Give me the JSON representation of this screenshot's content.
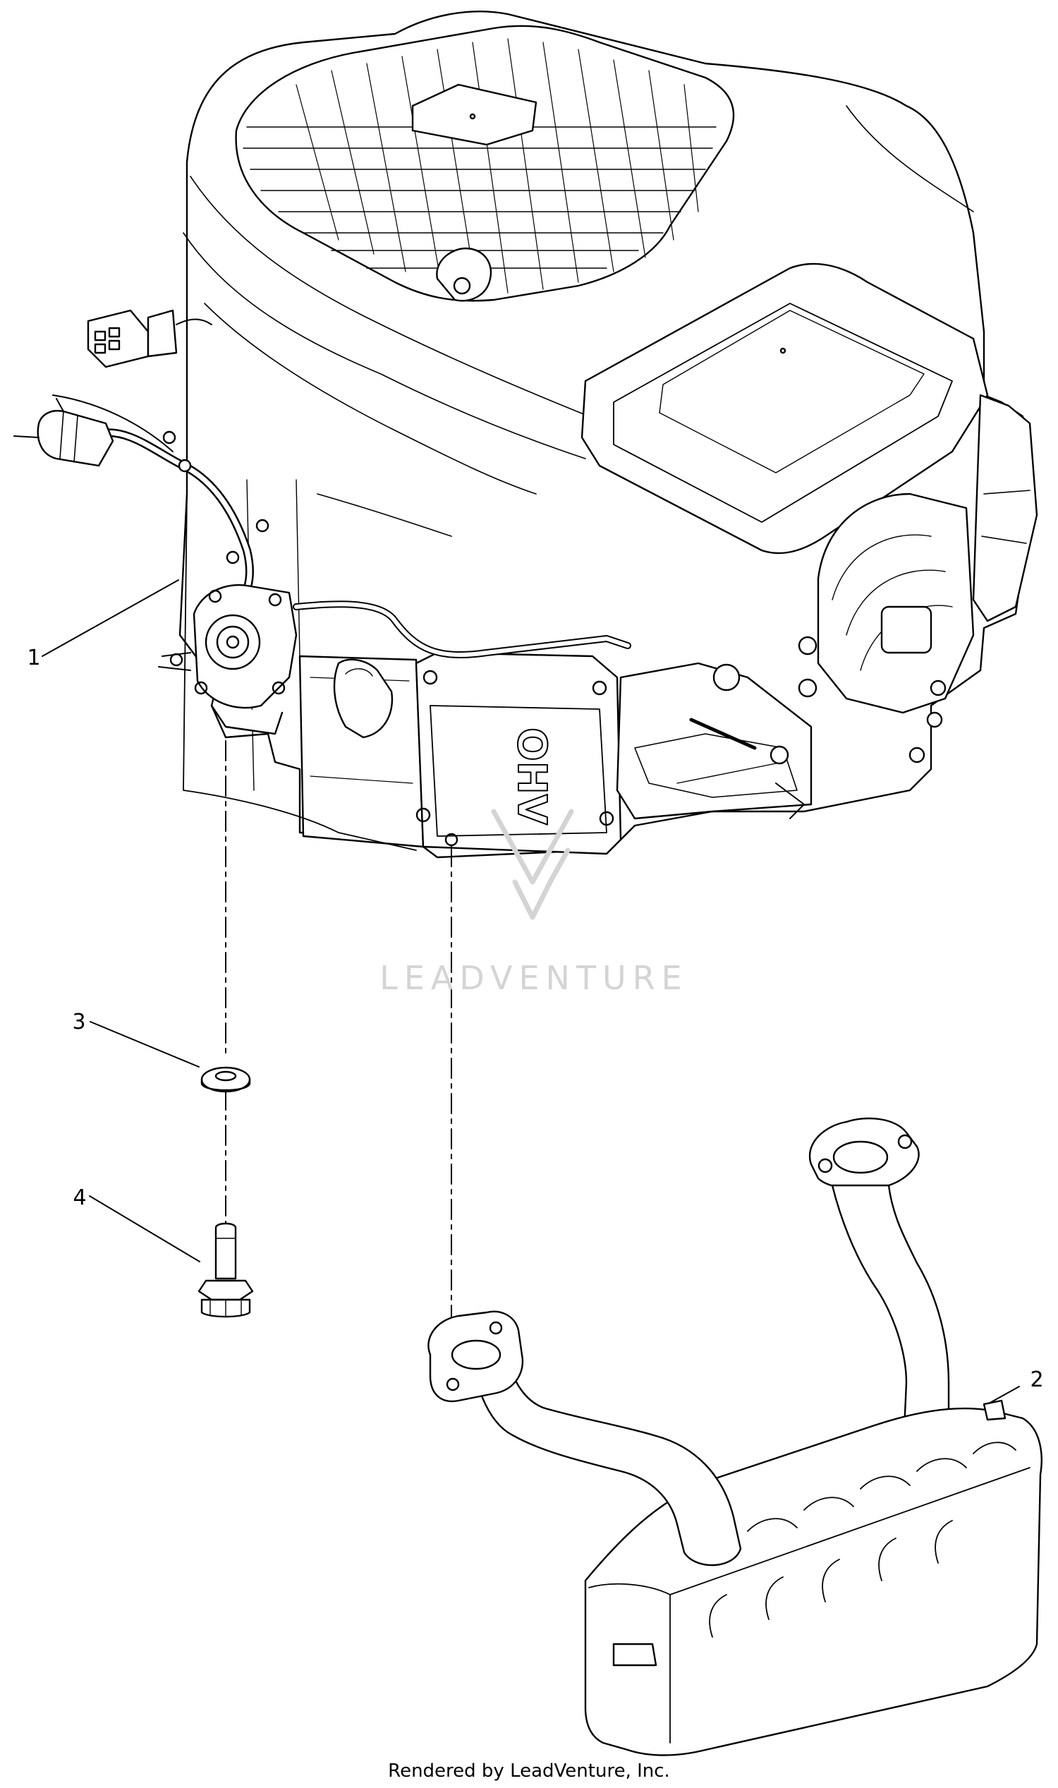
{
  "engine": {
    "valve_cover_label": "OHV"
  },
  "callouts": [
    {
      "id": "engine",
      "number": "1"
    },
    {
      "id": "muffler",
      "number": "2"
    },
    {
      "id": "washer",
      "number": "3"
    },
    {
      "id": "bolt",
      "number": "4"
    }
  ],
  "watermark": {
    "text": "LEADVENTURE"
  },
  "footer": {
    "text": "Rendered by LeadVenture, Inc."
  },
  "colors": {
    "line": "#000000",
    "watermark": "#d4d4d4",
    "background": "#ffffff"
  }
}
